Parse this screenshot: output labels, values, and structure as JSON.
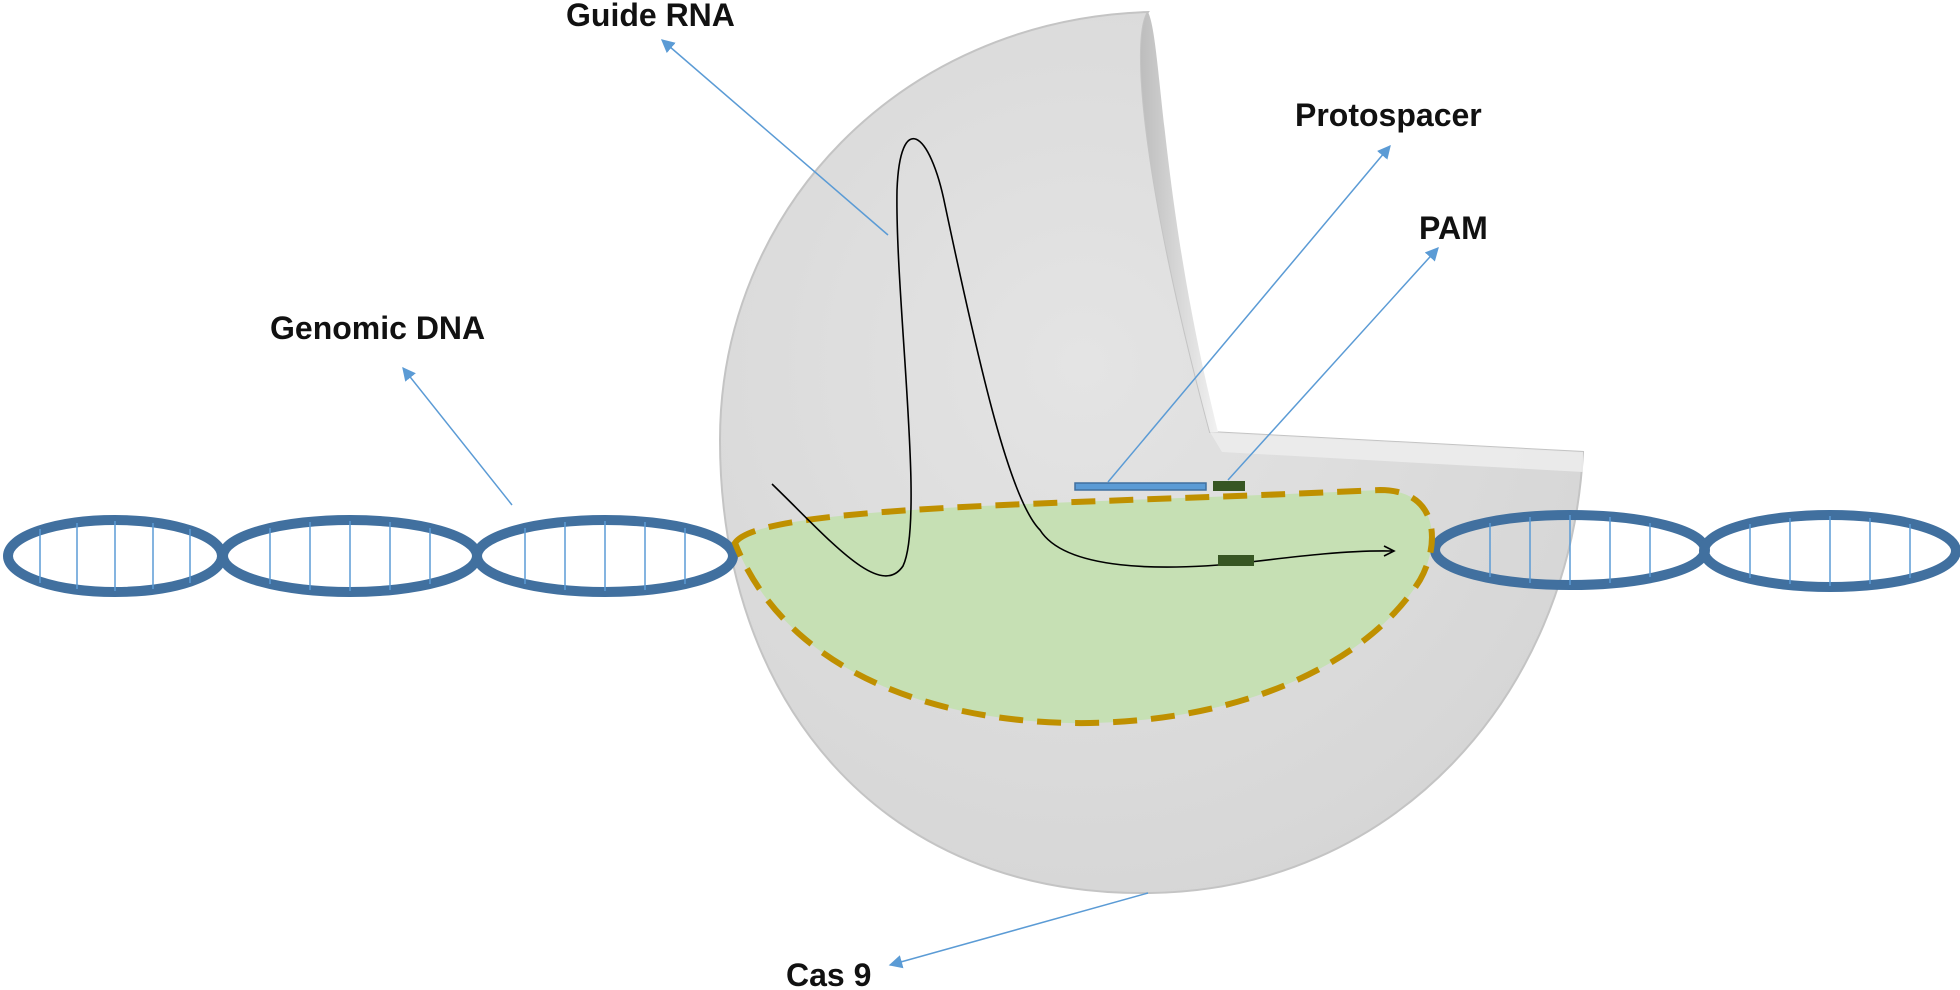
{
  "labels": {
    "guide_rna": "Guide RNA",
    "protospacer": "Protospacer",
    "pam": "PAM",
    "genomic_dna": "Genomic DNA",
    "cas9": "Cas 9"
  },
  "colors": {
    "protein_fill": "#d8d8d8",
    "protein_edge": "#bdbdbd",
    "dna_strand": "#41709f",
    "dna_rung": "#5b9bd5",
    "pocket_fill": "#c6e0b4",
    "pocket_border": "#bf9000",
    "pointer": "#5b9bd5",
    "pam_block": "#375623",
    "rna_line": "#000000"
  }
}
